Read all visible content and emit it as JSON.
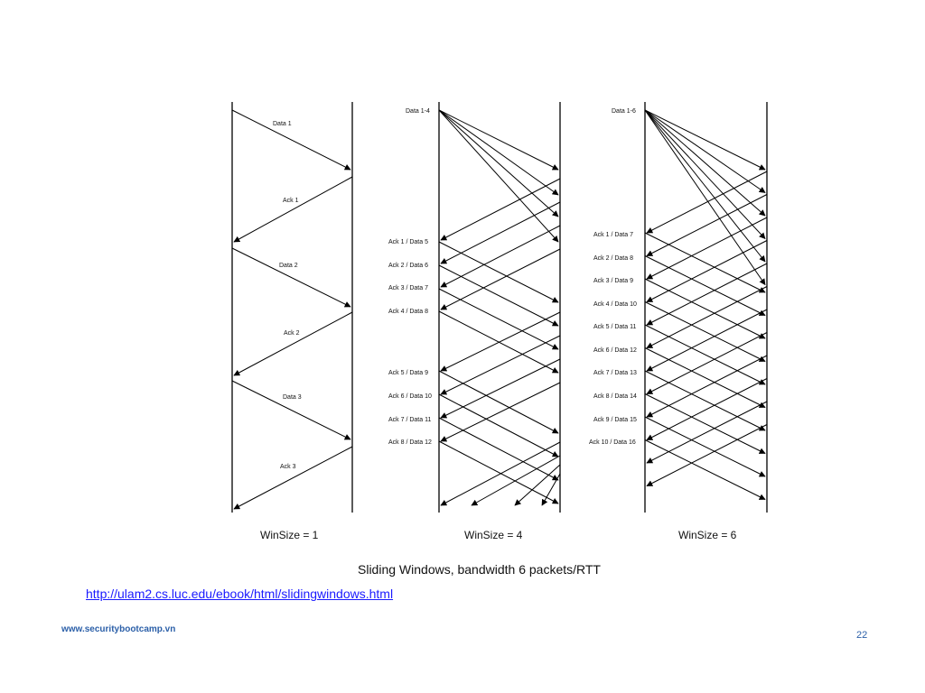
{
  "figure": {
    "title": "Sliding Windows, bandwidth 6 packets/RTT",
    "panels": [
      {
        "caption": "WinSize = 1",
        "labels": [
          "Data 1",
          "Ack 1",
          "Data 2",
          "Ack 2",
          "Data 3",
          "Ack 3"
        ]
      },
      {
        "caption": "WinSize = 4",
        "labels": [
          "Data 1-4",
          "Ack 1 / Data 5",
          "Ack 2 / Data 6",
          "Ack 3 / Data 7",
          "Ack 4 / Data 8",
          "Ack 5 / Data 9",
          "Ack 6 / Data 10",
          "Ack 7 / Data 11",
          "Ack 8 / Data 12"
        ]
      },
      {
        "caption": "WinSize = 6",
        "labels": [
          "Data 1-6",
          "Ack 1 / Data 7",
          "Ack 2 / Data 8",
          "Ack 3 / Data 9",
          "Ack 4 / Data 10",
          "Ack 5 / Data 11",
          "Ack 6 / Data 12",
          "Ack 7 / Data 13",
          "Ack 8 / Data 14",
          "Ack 9 / Data 15",
          "Ack 10 / Data 16"
        ]
      }
    ]
  },
  "source_link": "http://ulam2.cs.luc.edu/ebook/html/slidingwindows.html",
  "footer": {
    "site": "www.securitybootcamp.vn",
    "page_number": "22"
  }
}
